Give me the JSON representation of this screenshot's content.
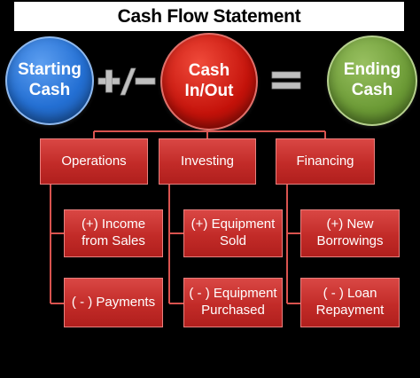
{
  "title": "Cash Flow Statement",
  "circles": {
    "starting": "Starting\nCash",
    "cash_in_out": "Cash\nIn/Out",
    "ending": "Ending\nCash"
  },
  "operators": {
    "plus_minus": "plus-minus-icon",
    "equals": "equals-icon"
  },
  "categories": [
    {
      "label": "Operations",
      "items": [
        "(+) Income\nfrom Sales",
        "( - ) Payments"
      ]
    },
    {
      "label": "Investing",
      "items": [
        "(+) Equipment\nSold",
        "( - ) Equipment\nPurchased"
      ]
    },
    {
      "label": "Financing",
      "items": [
        "(+) New\nBorrowings",
        "( - ) Loan\nRepayment"
      ]
    }
  ],
  "colors": {
    "background": "#000000",
    "blue": "#2470d4",
    "red": "#c4120a",
    "green": "#6b9a35",
    "box": "#c22b28",
    "connector": "#d9534f",
    "operator": "#bfbfbf"
  }
}
